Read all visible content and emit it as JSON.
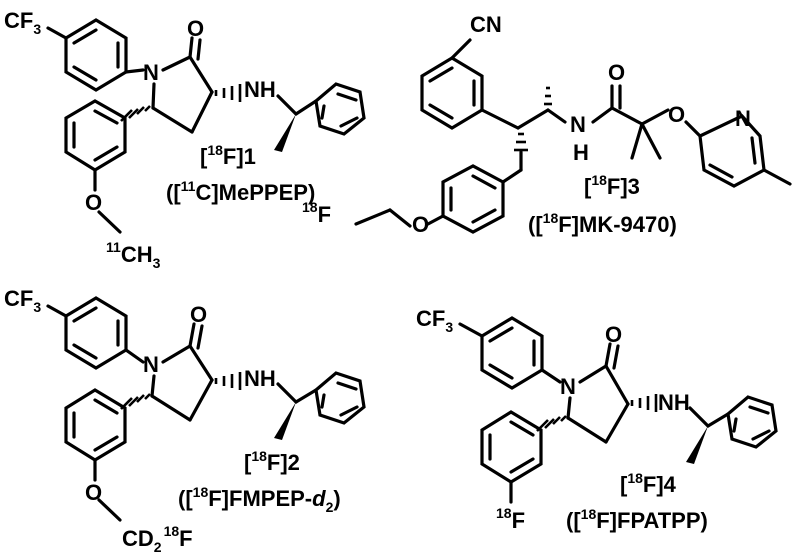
{
  "compounds": [
    {
      "id": "c1",
      "label": {
        "open": "[",
        "sup": "18",
        "rest": "F]1"
      },
      "name": {
        "open": "([",
        "sup": "11",
        "rest": "C]MePPEP)"
      },
      "atoms": {
        "cf3": "CF",
        "cf3_sub": "3",
        "n": "N",
        "o": "O",
        "nh": "NH",
        "ether_o": "O",
        "sub_sup": "11",
        "sub_main": "CH",
        "sub_sub": "3"
      }
    },
    {
      "id": "c3",
      "label": {
        "open": "[",
        "sup": "18",
        "rest": "F]3"
      },
      "name": {
        "open": "([",
        "sup": "18",
        "rest": "F]MK-9470)"
      },
      "atoms": {
        "cn": "CN",
        "o": "O",
        "n": "N",
        "h": "H",
        "ether_o": "O",
        "pyr_n": "N",
        "f_sup": "18",
        "f": "F",
        "o2": "O"
      }
    },
    {
      "id": "c2",
      "label": {
        "open": "[",
        "sup": "18",
        "rest": "F]2"
      },
      "name": {
        "open": "([",
        "sup": "18",
        "rest": "F]FMPEP-",
        "italic": "d",
        "sub": "2",
        "close": ")"
      },
      "atoms": {
        "cf3": "CF",
        "cf3_sub": "3",
        "n": "N",
        "o": "O",
        "nh": "NH",
        "ether_o": "O",
        "sub_main": "CD",
        "sub_sub": "2",
        "sub_sup": "18",
        "sub_f": "F"
      }
    },
    {
      "id": "c4",
      "label": {
        "open": "[",
        "sup": "18",
        "rest": "F]4"
      },
      "name": {
        "open": "([",
        "sup": "18",
        "rest": "F]FPATPP)"
      },
      "atoms": {
        "cf3": "CF",
        "cf3_sub": "3",
        "n": "N",
        "o": "O",
        "nh": "NH",
        "f_sup": "18",
        "f": "F"
      }
    }
  ]
}
